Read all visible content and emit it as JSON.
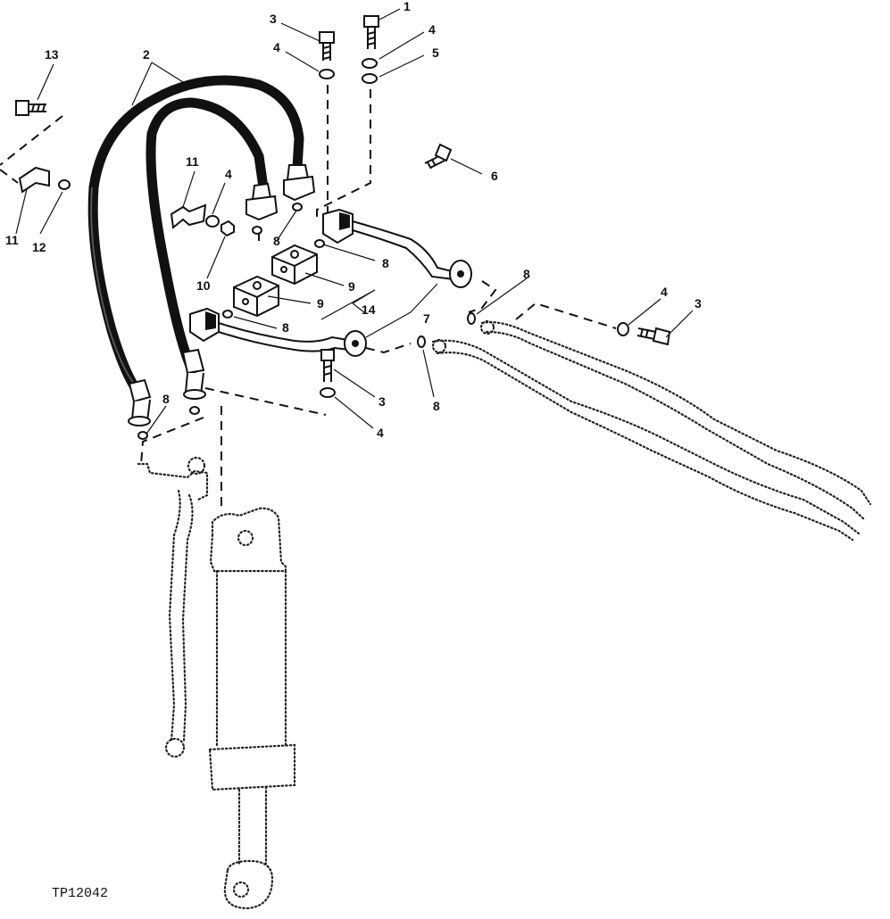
{
  "figure_id": "TP12042",
  "callouts": {
    "c1": "1",
    "c2": "2",
    "c3a": "3",
    "c3b": "3",
    "c3c": "3",
    "c4a": "4",
    "c4b": "4",
    "c4c": "4",
    "c4d": "4",
    "c4e": "4",
    "c5": "5",
    "c6": "6",
    "c7": "7",
    "c8a": "8",
    "c8b": "8",
    "c8c": "8",
    "c8d": "8",
    "c8e": "8",
    "c8f": "8",
    "c9a": "9",
    "c9b": "9",
    "c10": "10",
    "c11a": "11",
    "c11b": "11",
    "c12": "12",
    "c13": "13",
    "c14": "14"
  }
}
